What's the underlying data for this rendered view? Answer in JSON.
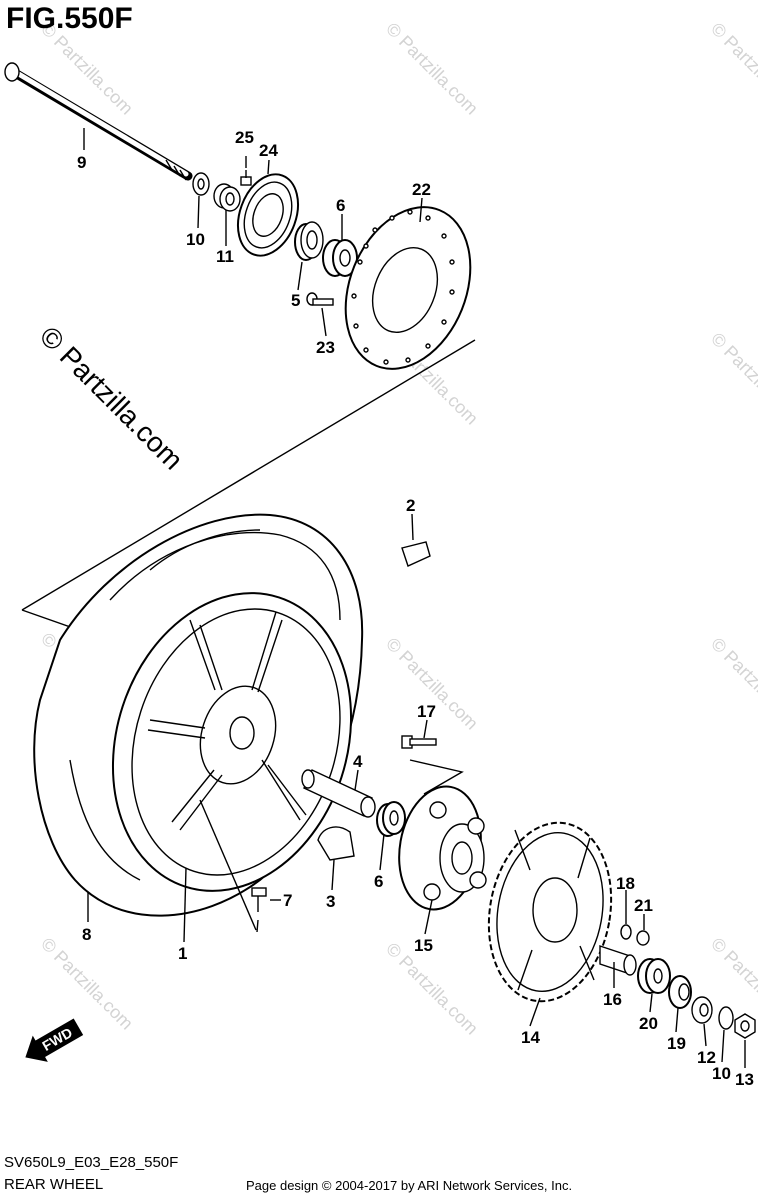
{
  "figure": {
    "title": "FIG.550F",
    "code": "SV650L9_E03_E28_550F",
    "name": "REAR WHEEL",
    "copyright": "Page design © 2004-2017 by ARI Network Services, Inc.",
    "watermark": "© Partzilla.com",
    "fwd_label": "FWD"
  },
  "callouts": {
    "c1": "1",
    "c2": "2",
    "c3": "3",
    "c4": "4",
    "c5": "5",
    "c6a": "6",
    "c6b": "6",
    "c7": "7",
    "c8": "8",
    "c9": "9",
    "c10a": "10",
    "c10b": "10",
    "c11": "11",
    "c12": "12",
    "c13": "13",
    "c14": "14",
    "c15": "15",
    "c16": "16",
    "c17": "17",
    "c18": "18",
    "c19": "19",
    "c20": "20",
    "c21": "21",
    "c22": "22",
    "c23": "23",
    "c24": "24",
    "c25": "25"
  }
}
